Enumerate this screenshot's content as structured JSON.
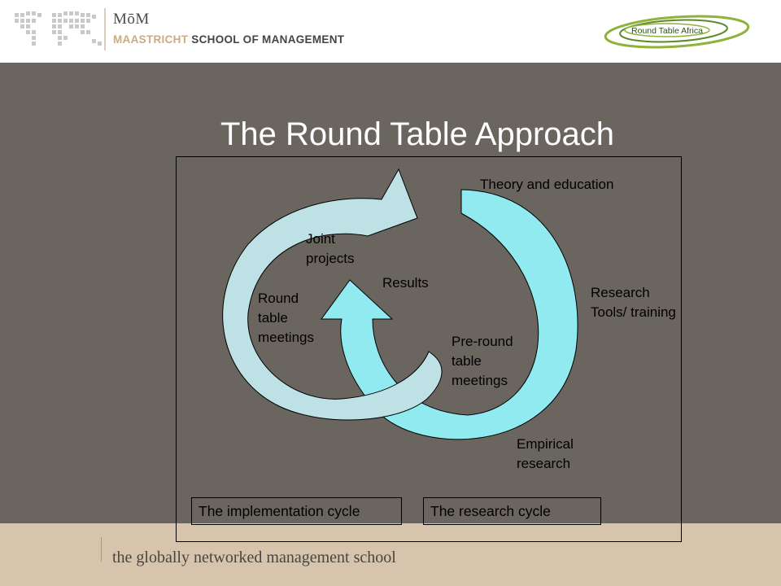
{
  "header": {
    "msm_mark": "MōM",
    "msm_name_accent": "MAASTRICHT",
    "msm_name_rest": " SCHOOL OF MANAGEMENT",
    "partner_logo_text": "Round Table Africa"
  },
  "slide": {
    "title": "The Round Table Approach"
  },
  "diagram": {
    "labels": {
      "theory": "Theory and education",
      "joint": [
        "Joint",
        "projects"
      ],
      "results": "Results",
      "round_table": [
        "Round",
        "table",
        "meetings"
      ],
      "research_tools": [
        "Research",
        "Tools/ training"
      ],
      "pre_round": [
        "Pre-round",
        "table",
        "meetings"
      ],
      "empirical": [
        "Empirical",
        "research"
      ]
    },
    "implementation_cycle": "The implementation cycle",
    "research_cycle": "The research cycle",
    "colors": {
      "implementation_arrow": "#bde1e4",
      "research_arrow": "#90eaf0",
      "outline": "#000000"
    }
  },
  "footer": {
    "tagline": "the globally networked management school"
  }
}
